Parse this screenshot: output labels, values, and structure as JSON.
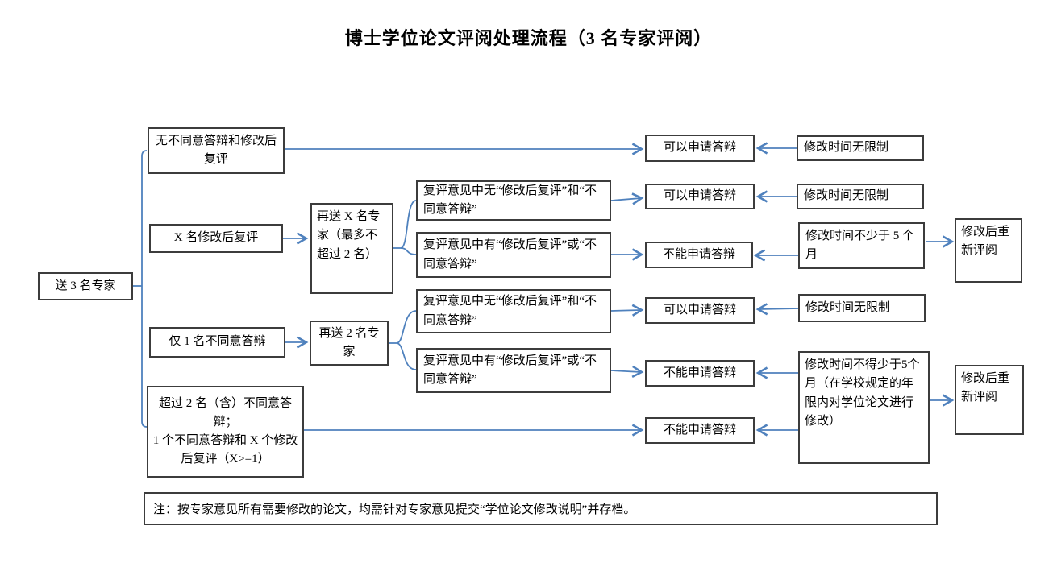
{
  "title": "博士学位论文评阅处理流程（3 名专家评阅）",
  "colors": {
    "connector_blue": "#4f81bd",
    "box_border": "#3c3c3c",
    "text": "#000000",
    "background": "#ffffff"
  },
  "flow": {
    "start": "送 3 名专家",
    "branches": {
      "none_disagree": "无不同意答辩和修改后复评",
      "x_revise": "X 名修改后复评",
      "one_disagree": "仅 1 名不同意答辩",
      "over_two": "超过 2 名（含）不同意答辩；\n1 个不同意答辩和 X 个修改后复评（X>=1）"
    },
    "resend": {
      "x_experts": "再送 X 名专家（最多不超过 2 名）",
      "two_experts": "再送 2 名专家"
    },
    "review_results": {
      "no_terms": "复评意见中无“修改后复评”和“不同意答辩”",
      "has_terms": "复评意见中有“修改后复评”或“不同意答辩”"
    },
    "outcomes": {
      "can_defend": "可以申请答辩",
      "cannot_defend": "不能申请答辩"
    },
    "time_rules": {
      "no_limit": "修改时间无限制",
      "min_5_months": "修改时间不少于 5 个月",
      "min_5_months_detailed": "修改时间不得少于5个月（在学校规定的年限内对学位论文进行修改）",
      "rereview": "修改后重新评阅"
    }
  },
  "note": "注：按专家意见所有需要修改的论文，均需针对专家意见提交“学位论文修改说明”并存档。"
}
